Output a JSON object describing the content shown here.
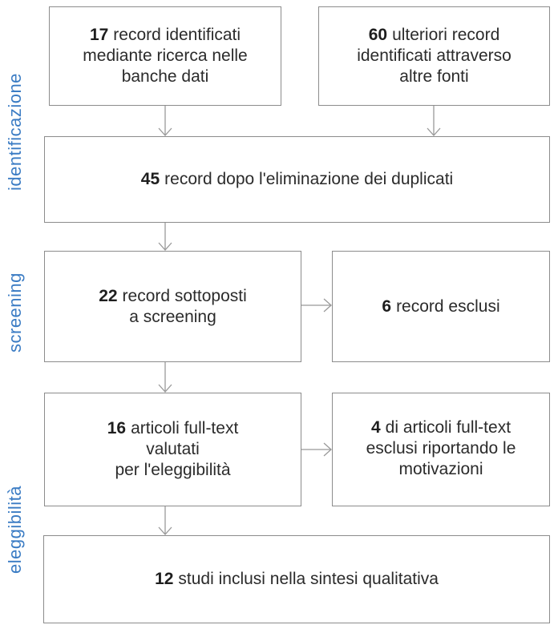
{
  "phases": [
    {
      "label": "identificazione"
    },
    {
      "label": "screening"
    },
    {
      "label": "eleggibilità"
    }
  ],
  "boxes": {
    "db_search": {
      "number": "17",
      "lines": [
        "record identificati",
        "mediante ricerca nelle",
        "banche dati"
      ]
    },
    "other_src": {
      "number": "60",
      "lines": [
        "ulteriori record",
        "identificati attraverso",
        "altre fonti"
      ]
    },
    "dedup": {
      "number": "45",
      "lines": [
        "record dopo l'eliminazione dei duplicati"
      ]
    },
    "screened": {
      "number": "22",
      "lines": [
        "record sottoposti",
        "a screening"
      ]
    },
    "excluded": {
      "number": "6",
      "lines": [
        "record esclusi"
      ]
    },
    "fulltext": {
      "number": "16",
      "lines": [
        "articoli full-text",
        "valutati",
        "per l'eleggibilità"
      ]
    },
    "ft_excluded": {
      "number": "4",
      "lines": [
        "di articoli full-text",
        "esclusi riportando le",
        "motivazioni"
      ]
    },
    "included": {
      "number": "12",
      "lines": [
        "studi inclusi nella sintesi qualitativa"
      ]
    }
  },
  "colors": {
    "phase_label": "#3b7cc4",
    "border": "#8c8c8c",
    "arrow": "#999999",
    "text": "#2b2b2b"
  }
}
